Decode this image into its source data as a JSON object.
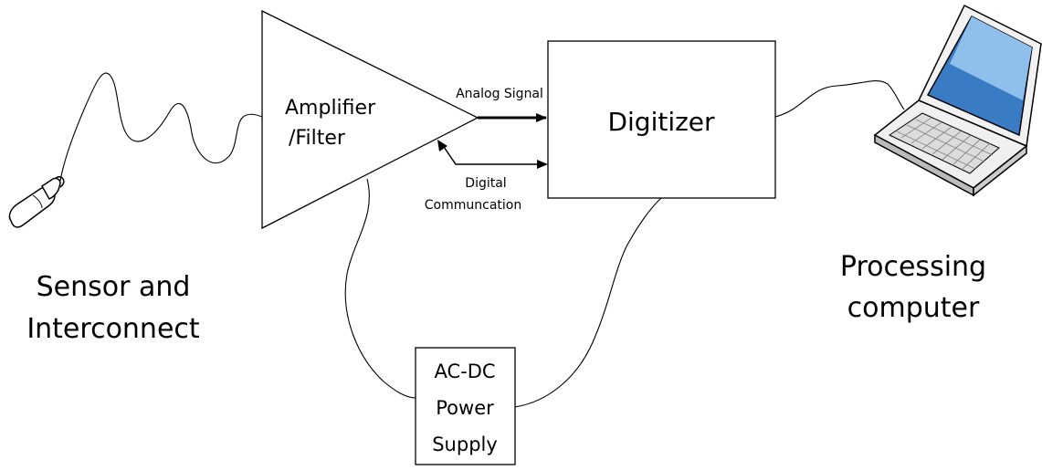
{
  "blocks": {
    "amplifier": {
      "line1": "Amplifier",
      "line2": "/Filter"
    },
    "digitizer": {
      "label": "Digitizer"
    },
    "power_supply": {
      "line1": "AC-DC",
      "line2": "Power",
      "line3": "Supply"
    }
  },
  "signals": {
    "analog": "Analog Signal",
    "digital_line1": "Digital",
    "digital_line2": "Communcation"
  },
  "captions": {
    "sensor_line1": "Sensor and",
    "sensor_line2": "Interconnect",
    "computer_line1": "Processing",
    "computer_line2": "computer"
  },
  "icons": {
    "sensor": "sensor-probe-icon",
    "computer": "laptop-icon"
  }
}
